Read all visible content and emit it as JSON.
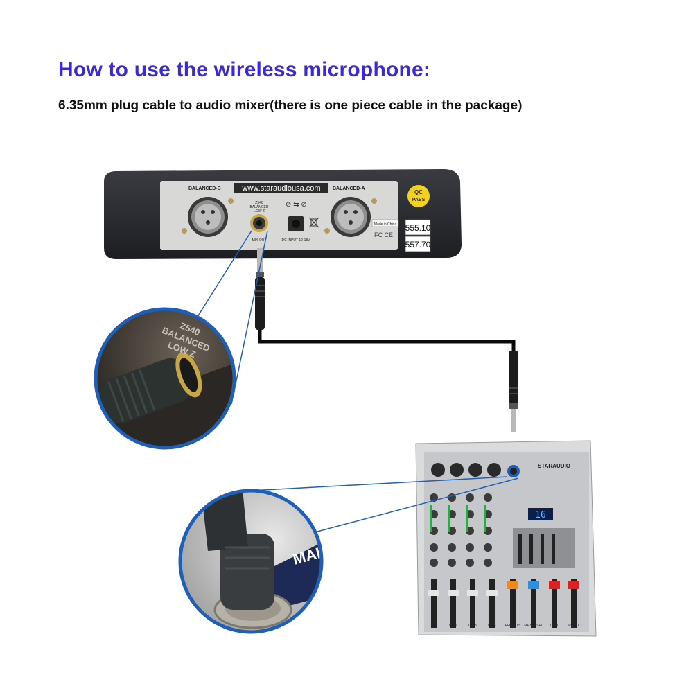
{
  "heading": {
    "title": "How to use the wireless microphone:",
    "subtitle": "6.35mm plug cable to audio mixer(there is one piece cable in the package)"
  },
  "receiver": {
    "label_balanced_b": "BALANCED-B",
    "label_balanced_a": "BALANCED-A",
    "website": "www.staraudiousa.com",
    "qc_badge_top": "QC",
    "qc_badge_bottom": "PASS",
    "jack_label_1": "Z540",
    "jack_label_2": "BALANCED",
    "jack_label_3": "LOW Z",
    "mix_out": "MIX OUT",
    "dc_input": "DC INPUT 12-18V",
    "made_in": "Made in China",
    "freq_1": "555.10",
    "freq_2": "557.70",
    "fcc": "FC CE"
  },
  "zoom_top": {
    "line_1": "Z540",
    "line_2": "BALANCED",
    "line_3": "LOW Z"
  },
  "zoom_bottom": {
    "label": "MAIN"
  },
  "mixer": {
    "brand": "STARAUDIO",
    "display_value": "16",
    "channels": [
      "CH 1",
      "CH 2",
      "CH 3",
      "CH 4",
      "EFFECTS",
      "MP3 LEVEL",
      "LEFT",
      "RIGHT"
    ]
  },
  "colors": {
    "title": "#3a27e0",
    "callout_line": "#1f5fb8",
    "receiver_body": "#2c2e33",
    "mixer_panel": "#d9dadc",
    "cable": "#0a0a0a"
  }
}
